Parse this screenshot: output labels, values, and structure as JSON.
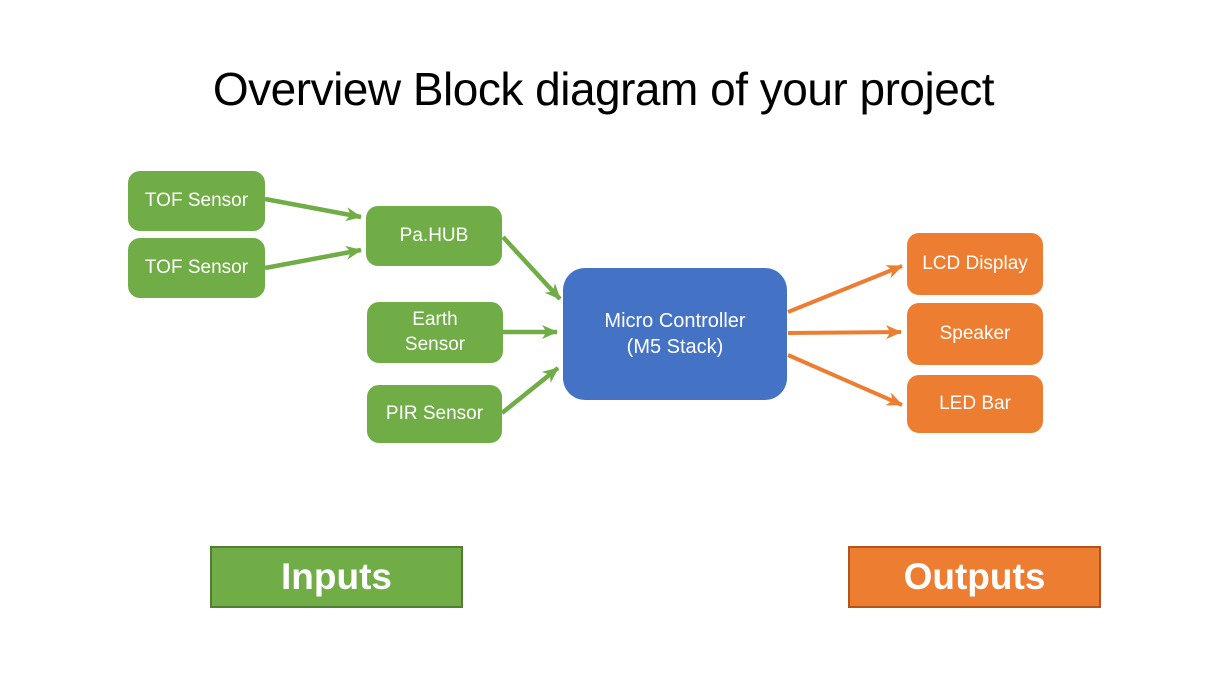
{
  "title": "Overview Block diagram of your project",
  "colors": {
    "input_green": "#70AD47",
    "input_green_border": "#507E32",
    "controller_blue": "#4472C4",
    "output_orange": "#ED7D31",
    "output_orange_border": "#B3541D",
    "node_text": "#FFFFFF",
    "title_text": "#000000"
  },
  "nodes": {
    "tof1": {
      "label": "TOF Sensor",
      "type": "input"
    },
    "tof2": {
      "label": "TOF Sensor",
      "type": "input"
    },
    "pahub": {
      "label": "Pa.HUB",
      "type": "input"
    },
    "earth": {
      "label": "Earth\nSensor",
      "type": "input"
    },
    "pir": {
      "label": "PIR Sensor",
      "type": "input"
    },
    "controller": {
      "label": "Micro Controller\n(M5 Stack)",
      "type": "controller"
    },
    "lcd": {
      "label": "LCD Display",
      "type": "output"
    },
    "speaker": {
      "label": "Speaker",
      "type": "output"
    },
    "led": {
      "label": "LED Bar",
      "type": "output"
    }
  },
  "connections": [
    {
      "from": "tof1",
      "to": "pahub",
      "color": "green"
    },
    {
      "from": "tof2",
      "to": "pahub",
      "color": "green"
    },
    {
      "from": "pahub",
      "to": "controller",
      "color": "green"
    },
    {
      "from": "earth",
      "to": "controller",
      "color": "green"
    },
    {
      "from": "pir",
      "to": "controller",
      "color": "green"
    },
    {
      "from": "controller",
      "to": "lcd",
      "color": "orange"
    },
    {
      "from": "controller",
      "to": "speaker",
      "color": "orange"
    },
    {
      "from": "controller",
      "to": "led",
      "color": "orange"
    }
  ],
  "legend": {
    "inputs": "Inputs",
    "outputs": "Outputs"
  }
}
